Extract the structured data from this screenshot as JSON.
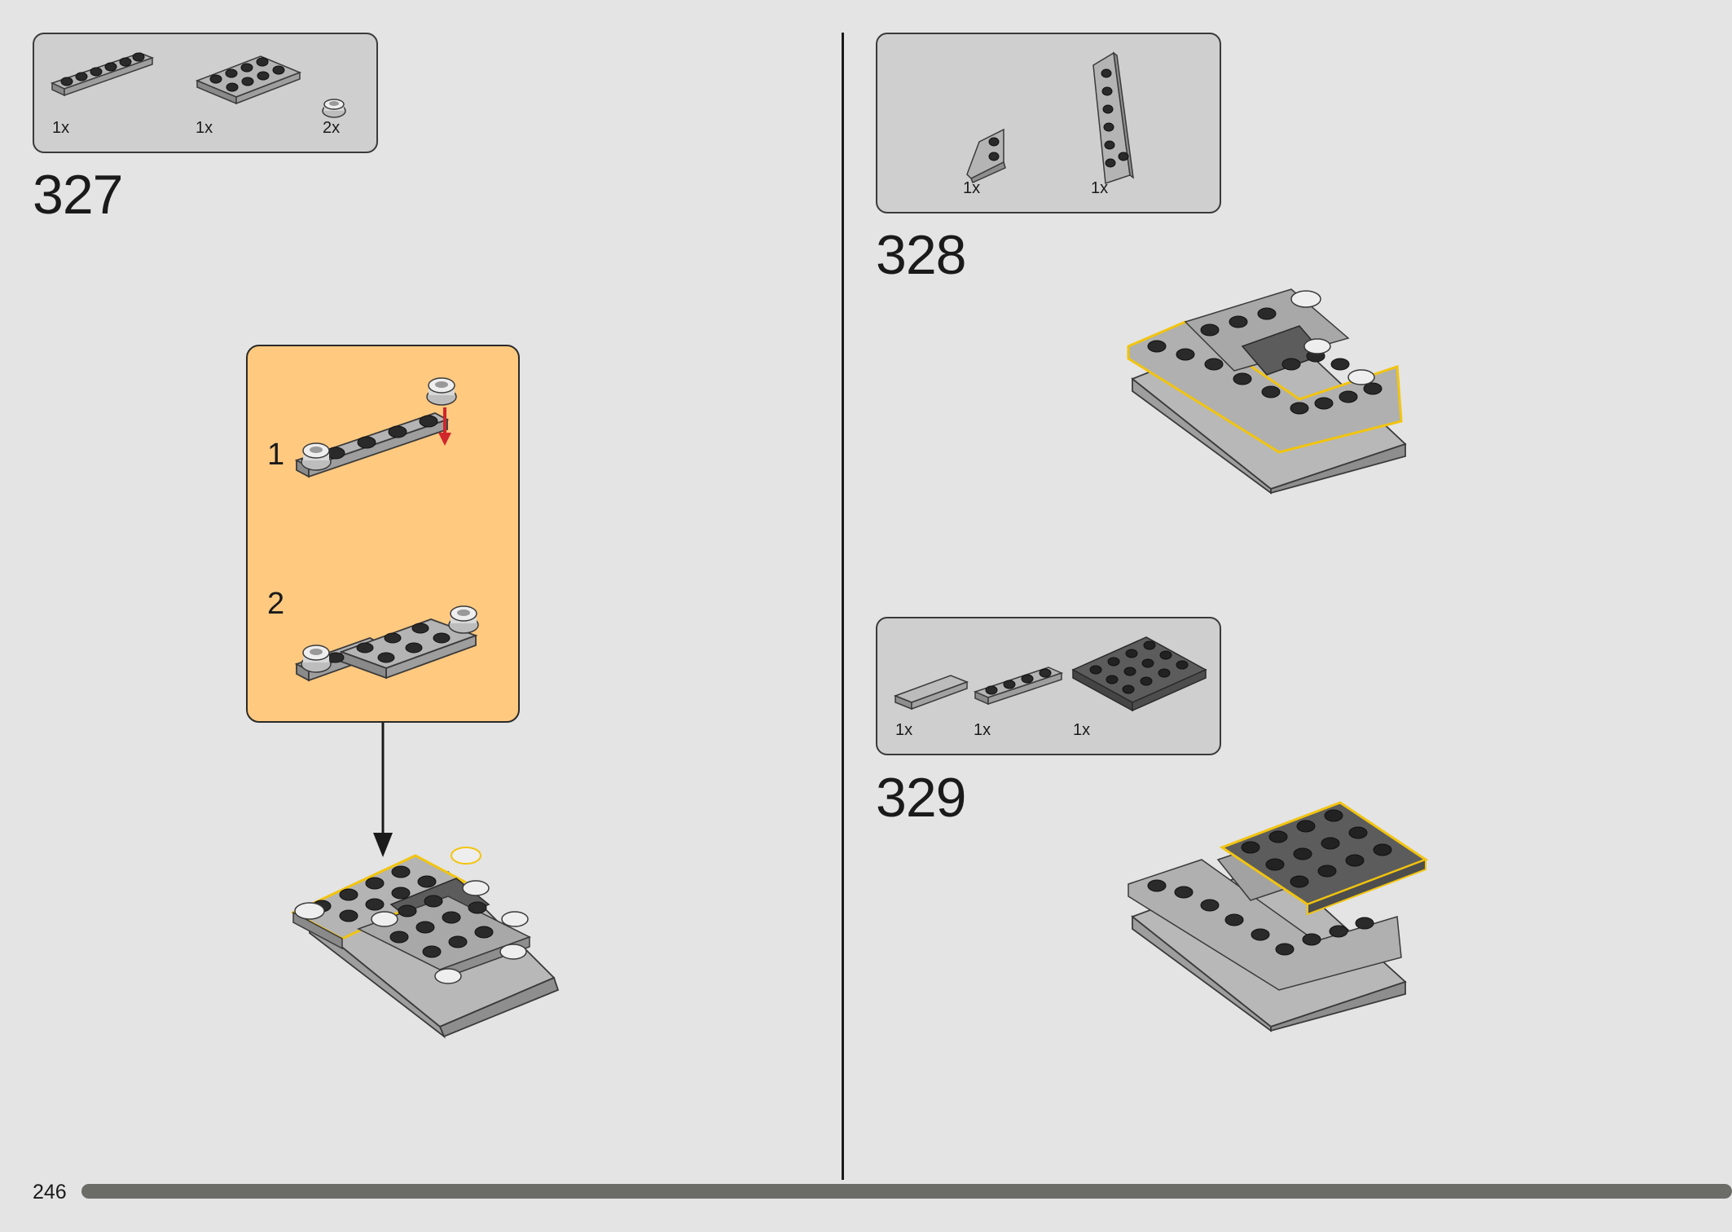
{
  "page": {
    "number": "246",
    "progress": 1.0
  },
  "steps": [
    {
      "number": "327",
      "parts": [
        {
          "qty": "1x",
          "icon": "plate-1x6-icon"
        },
        {
          "qty": "1x",
          "icon": "plate-2x4-icon"
        },
        {
          "qty": "2x",
          "icon": "round-stud-icon"
        }
      ],
      "substeps": [
        {
          "number": "1"
        },
        {
          "number": "2"
        }
      ]
    },
    {
      "number": "328",
      "parts": [
        {
          "qty": "1x",
          "icon": "small-wedge-plate-icon"
        },
        {
          "qty": "1x",
          "icon": "long-wedge-plate-icon"
        }
      ]
    },
    {
      "number": "329",
      "parts": [
        {
          "qty": "1x",
          "icon": "tile-1x4-icon"
        },
        {
          "qty": "1x",
          "icon": "plate-1x4-icon"
        },
        {
          "qty": "1x",
          "icon": "plate-4x4-icon"
        }
      ]
    }
  ],
  "colors": {
    "background": "#e4e4e4",
    "parts_box": "#cfcfcf",
    "substep_box": "#ffc980",
    "highlight": "#f2c40f",
    "arrow_red": "#d0262c",
    "brick_light": "#a3a3a3",
    "brick_dark": "#5c5c5c"
  }
}
